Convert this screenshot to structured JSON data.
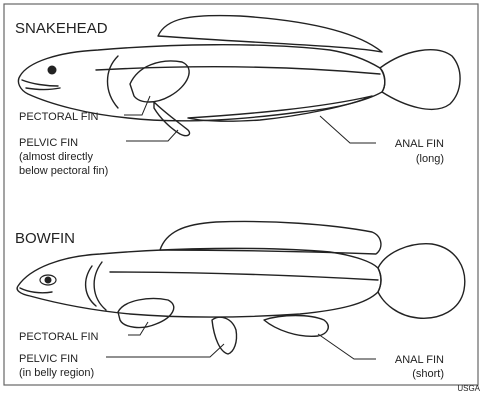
{
  "snakehead": {
    "title": "SNAKEHEAD",
    "pectoral": "PECTORAL FIN",
    "pelvic": "PELVIC FIN",
    "pelvic_note_1": "(almost directly",
    "pelvic_note_2": "below pectoral fin)",
    "anal": "ANAL FIN",
    "anal_note": "(long)"
  },
  "bowfin": {
    "title": "BOWFIN",
    "pectoral": "PECTORAL FIN",
    "pelvic": "PELVIC FIN",
    "pelvic_note": "(in belly region)",
    "anal": "ANAL FIN",
    "anal_note": "(short)"
  },
  "credit": "USGA",
  "colors": {
    "line": "#222222",
    "frame": "#666666",
    "background": "#ffffff"
  }
}
